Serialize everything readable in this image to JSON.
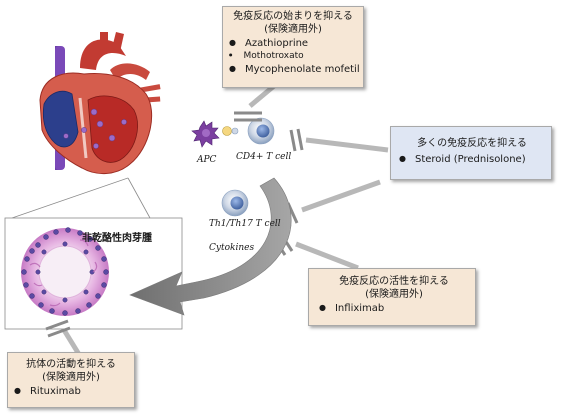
{
  "boxes": {
    "top": {
      "title": "免疫反応の始まりを抑える",
      "subtitle": "(保険適用外)",
      "items": [
        "Azathioprine",
        "Mothotroxato",
        "Mycophenolate mofetil"
      ]
    },
    "steroid": {
      "title": "多くの免疫反応を抑える",
      "items": [
        "Steroid (Prednisolone)"
      ]
    },
    "infliximab": {
      "title": "免疫反応の活性を抑える",
      "subtitle": "(保険適用外)",
      "items": [
        "Infliximab"
      ]
    },
    "rituximab": {
      "title": "抗体の活動を抑える",
      "subtitle": "(保険適用外)",
      "items": [
        "Rituximab"
      ]
    }
  },
  "labels": {
    "apc": "APC",
    "cd4": "CD4+ T cell",
    "th": "Th1/Th17 T cell",
    "cytokines": "Cytokines",
    "granuloma": "非乾酪性肉芽腫"
  },
  "colors": {
    "box_tan": "#f6e7d6",
    "box_blue": "#dfe6f3",
    "arrow_gray": "#8c8c8c",
    "inhibit_gray": "#b3b3b3",
    "heart_red": "#c0392b",
    "heart_purple": "#7b3fa0",
    "granuloma_pink": "#d98fd6"
  }
}
